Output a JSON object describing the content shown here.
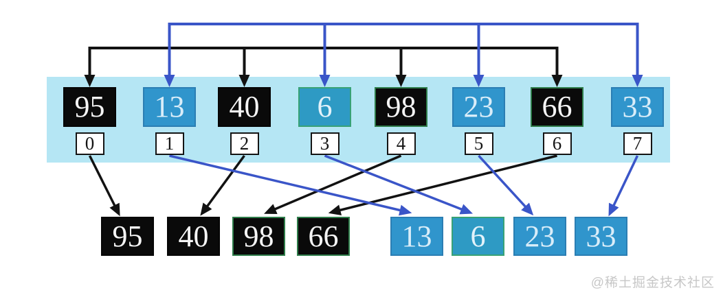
{
  "watermark": "@稀土掘金技术社区",
  "colors": {
    "band": "#b5e6f4",
    "black_box": "#0a0a0a",
    "blue_box": "#3095cc",
    "blue_box_alt": "#2e9ac4",
    "green_border": "#2e7d4a",
    "green_border2": "#38a275",
    "blue_border": "#2b7eb3",
    "index_bg": "#ffffff",
    "index_border": "#141414",
    "black_arrow": "#121212",
    "blue_arrow": "#3a55c8",
    "watermark_color": "#c7c7c7"
  },
  "top_row": [
    {
      "value": "95",
      "style": "black"
    },
    {
      "value": "13",
      "style": "blue"
    },
    {
      "value": "40",
      "style": "black"
    },
    {
      "value": "6",
      "style": "blue-green"
    },
    {
      "value": "98",
      "style": "black-green"
    },
    {
      "value": "23",
      "style": "blue"
    },
    {
      "value": "66",
      "style": "black-green"
    },
    {
      "value": "33",
      "style": "blue"
    }
  ],
  "indices": [
    "0",
    "1",
    "2",
    "3",
    "4",
    "5",
    "6",
    "7"
  ],
  "bottom_row": [
    {
      "value": "95",
      "style": "black"
    },
    {
      "value": "40",
      "style": "black"
    },
    {
      "value": "98",
      "style": "black-green"
    },
    {
      "value": "66",
      "style": "black-green"
    },
    {
      "value": "13",
      "style": "blue"
    },
    {
      "value": "6",
      "style": "blue-green"
    },
    {
      "value": "23",
      "style": "blue"
    },
    {
      "value": "33",
      "style": "blue"
    }
  ],
  "top_arrows": {
    "black_targets": [
      0,
      2,
      4,
      6
    ],
    "blue_targets": [
      1,
      3,
      5,
      7
    ]
  },
  "mappings": [
    {
      "from": 0,
      "to": 0,
      "color": "black"
    },
    {
      "from": 2,
      "to": 1,
      "color": "black"
    },
    {
      "from": 4,
      "to": 2,
      "color": "black"
    },
    {
      "from": 6,
      "to": 3,
      "color": "black"
    },
    {
      "from": 1,
      "to": 4,
      "color": "blue"
    },
    {
      "from": 3,
      "to": 5,
      "color": "blue"
    },
    {
      "from": 5,
      "to": 6,
      "color": "blue"
    },
    {
      "from": 7,
      "to": 7,
      "color": "blue"
    }
  ]
}
